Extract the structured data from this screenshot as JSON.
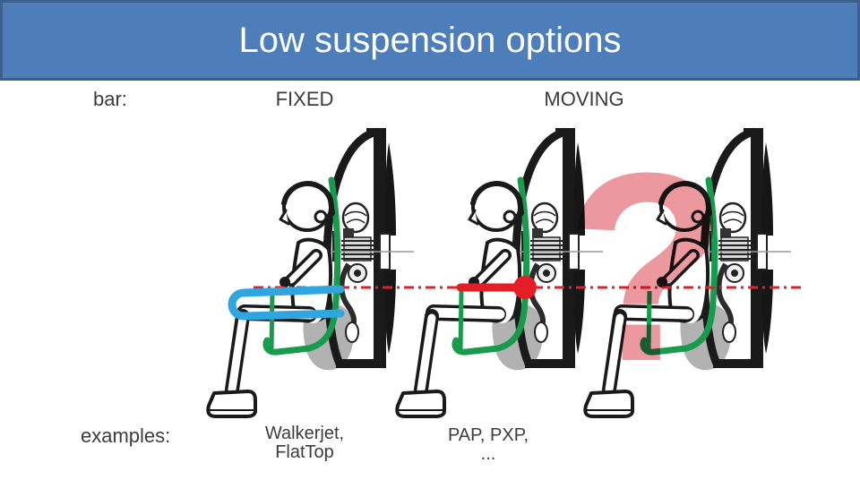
{
  "slide": {
    "title": "Low suspension options"
  },
  "labels": {
    "bar": "bar:",
    "examples": "examples:"
  },
  "columns": {
    "fixed": {
      "label": "FIXED",
      "example_line1": "Walkerjet,",
      "example_line2": "FlatTop"
    },
    "moving": {
      "label": "MOVING",
      "example": "PAP, PXP, ..."
    },
    "unknown": {
      "symbol": "?"
    }
  },
  "colors": {
    "header_bg": "#4d7eba",
    "header_border": "#3b608d",
    "title_text": "#ffffff",
    "fixed_bar": "#2fa6de",
    "moving_bar": "#e31e24",
    "hang_line": "#e31e24",
    "harness": "#189b4c",
    "question": "#e8868e",
    "frame_black": "#1a1a1a",
    "protector_gray": "#b2b2b2"
  }
}
